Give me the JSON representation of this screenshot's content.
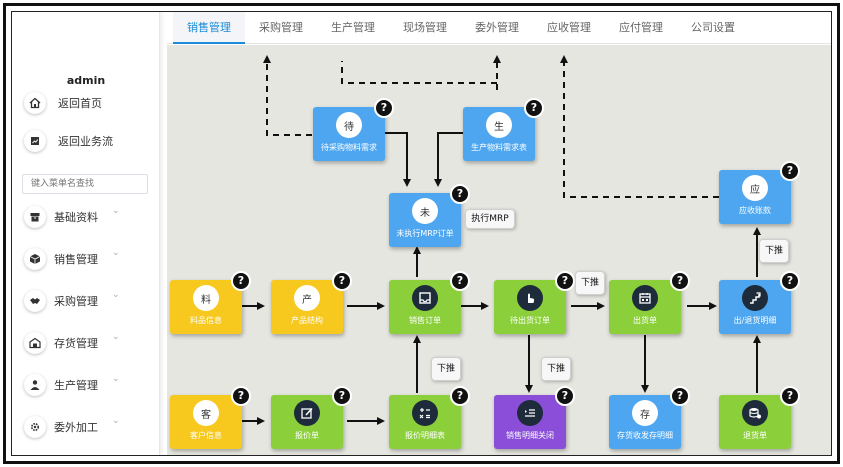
{
  "sidebar": {
    "user": "admin",
    "home_label": "返回首页",
    "flow_label": "返回业务流",
    "search_placeholder": "键入菜单名查找",
    "items": [
      {
        "label": "基础资料",
        "icon": "box-icon"
      },
      {
        "label": "销售管理",
        "icon": "cube-icon"
      },
      {
        "label": "采购管理",
        "icon": "handshake-icon"
      },
      {
        "label": "存货管理",
        "icon": "warehouse-icon"
      },
      {
        "label": "生产管理",
        "icon": "worker-icon"
      },
      {
        "label": "委外加工",
        "icon": "gear-icon"
      }
    ]
  },
  "tabs": [
    "销售管理",
    "采购管理",
    "生产管理",
    "现场管理",
    "委外管理",
    "应收管理",
    "应付管理",
    "公司设置"
  ],
  "active_tab": "销售管理",
  "nodes": {
    "purchase_req": {
      "char": "待",
      "label": "待采购物料需求"
    },
    "prod_req": {
      "char": "生",
      "label": "生产物料需求表"
    },
    "mrp": {
      "char": "未",
      "label": "未执行MRP订单"
    },
    "receivable": {
      "char": "应",
      "label": "应收账款"
    },
    "material": {
      "char": "料",
      "label": "料品信息"
    },
    "product": {
      "char": "产",
      "label": "产品结构"
    },
    "sales_order": {
      "label": "销售订单"
    },
    "pending_ship": {
      "label": "待出货订单"
    },
    "shipment": {
      "label": "出货单"
    },
    "ship_return_detail": {
      "label": "出/退货明细"
    },
    "customer": {
      "char": "客",
      "label": "客户信息"
    },
    "quote": {
      "label": "报价单"
    },
    "quote_detail": {
      "label": "报价明细表"
    },
    "sales_close": {
      "label": "销售明细关闭"
    },
    "inventory": {
      "char": "存",
      "label": "存货收发存明细"
    },
    "return_goods": {
      "label": "退货单"
    }
  },
  "help_mark": "?",
  "chips": {
    "exec_mrp": "执行MRP",
    "push_down": "下推"
  },
  "colors": {
    "accent": "#1a8cd8",
    "green": "#8bd03a",
    "yellow": "#f7c81e",
    "blue": "#4da6ef",
    "purple": "#8a4ed8"
  }
}
